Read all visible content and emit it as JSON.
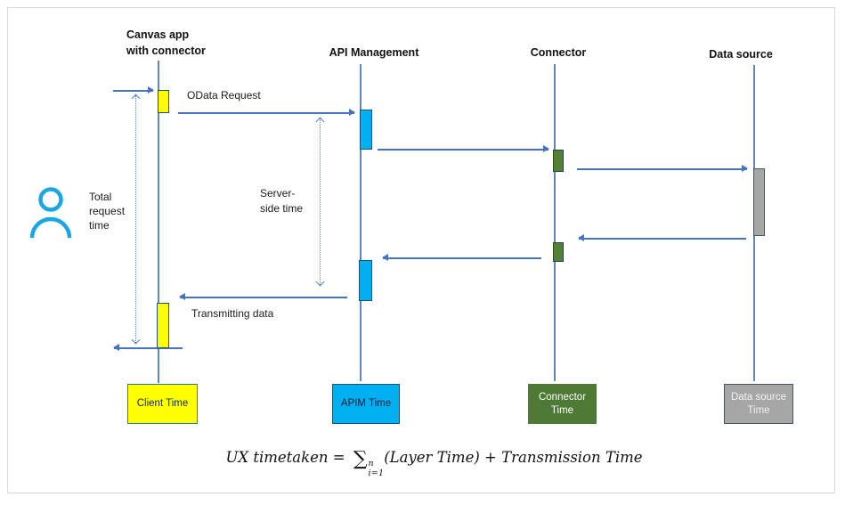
{
  "lifelines": {
    "canvas": {
      "title": "Canvas app\nwith connector"
    },
    "apim": {
      "title": "API Management"
    },
    "connector": {
      "title": "Connector"
    },
    "datasource": {
      "title": "Data source"
    }
  },
  "messages": {
    "odata_request": "OData Request",
    "transmitting_data": "Transmitting data"
  },
  "annotations": {
    "total_request": "Total\nrequest\ntime",
    "server_side": "Server-\nside time"
  },
  "icons": {
    "person": "person-icon"
  },
  "legend": {
    "client": {
      "label": "Client Time",
      "fill": "#FFFF00"
    },
    "apim": {
      "label": "APIM Time",
      "fill": "#00B0F0"
    },
    "connector": {
      "label": "Connector\nTime",
      "fill": "#4E7A35"
    },
    "datasource": {
      "label": "Data source\nTime",
      "fill": "#A6A6A6"
    }
  },
  "formula": {
    "lhs": "UX timetaken = ",
    "sigma": "∑",
    "upper": "n",
    "lower": "i=1",
    "rhs": "(Layer Time) + Transmission Time"
  },
  "palette": {
    "arrow_blue": "#4472C4",
    "activation_border": "#1F4E79",
    "client_yellow": "#FFFF00",
    "apim_blue": "#00B0F0",
    "connector_green": "#548235",
    "datasource_gray": "#A6A6A6",
    "person_blue": "#1BA6E1",
    "frame_gray": "#D9D9D9"
  }
}
